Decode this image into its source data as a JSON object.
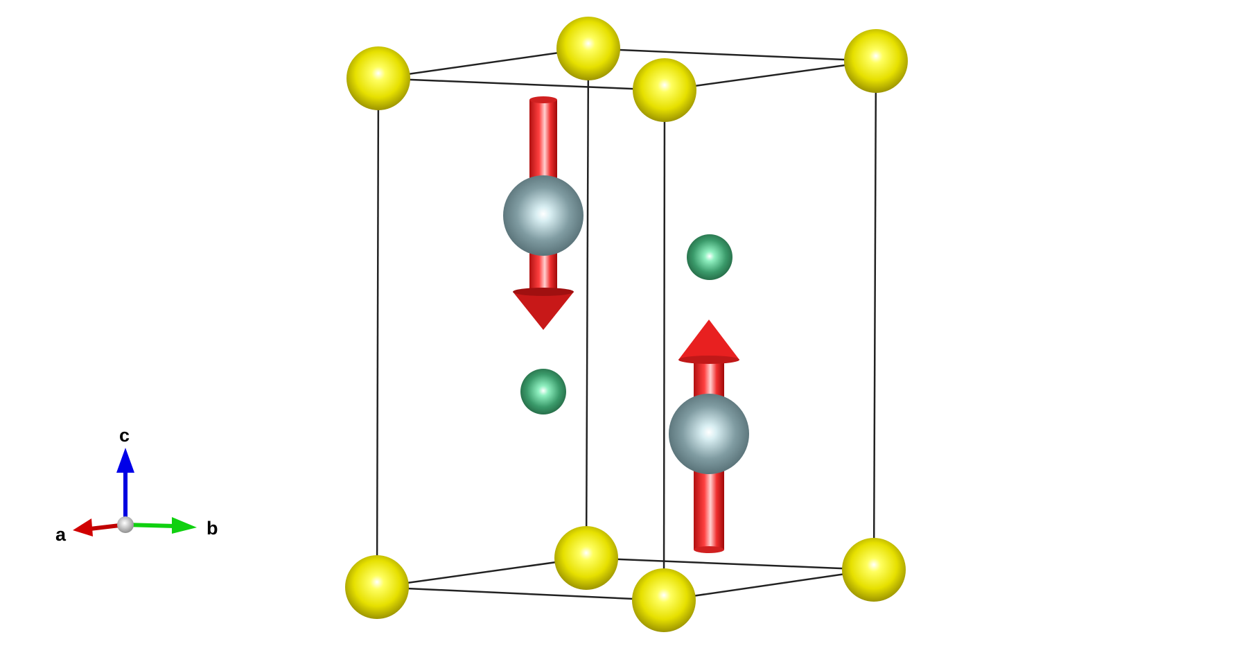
{
  "axes": {
    "a_label": "a",
    "b_label": "b",
    "c_label": "c"
  },
  "colors": {
    "corner_atom": "#e8e020",
    "magnetic_atom": "#7e9aa0",
    "small_atom": "#3aa070",
    "spin_arrow": "#e82020",
    "axis_a": "#d00000",
    "axis_b": "#00d000",
    "axis_c": "#0000e0"
  },
  "spins": [
    "down",
    "up"
  ]
}
